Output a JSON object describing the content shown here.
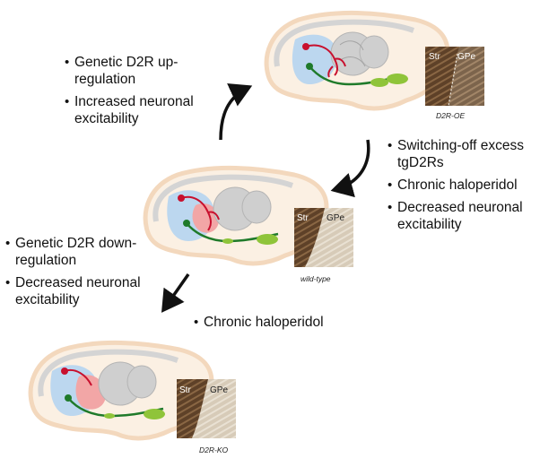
{
  "brains": [
    {
      "id": "d2r-oe",
      "micrograph": {
        "left_label": "Str",
        "right_label": "GPe",
        "caption": "D2R-OE"
      }
    },
    {
      "id": "wild-type",
      "micrograph": {
        "left_label": "Str",
        "right_label": "GPe",
        "caption": "wild-type"
      }
    },
    {
      "id": "d2r-ko",
      "micrograph": {
        "left_label": "Str",
        "right_label": "GPe",
        "caption": "D2R-KO"
      }
    }
  ],
  "annotations": {
    "up_transition": [
      "Genetic D2R up-regulation",
      "Increased neuronal excitability"
    ],
    "down_from_oe": [
      "Switching-off excess tgD2Rs",
      "Chronic haloperidol",
      "Decreased neuronal excitability"
    ],
    "down_from_wt": [
      "Genetic D2R down-regulation",
      "Decreased neuronal excitability"
    ],
    "haloperidol_to_ko": [
      "Chronic haloperidol"
    ]
  },
  "colors": {
    "brain_outline": "#f3d8bd",
    "brain_fill": "#fbf0e3",
    "cortex_band": "#d4d4d4",
    "striatum": "#bcd7ef",
    "red_neuron": "#c8102e",
    "green_neuron": "#1f7a2a",
    "leaf": "#8fc43a",
    "highlight": "#f2a6a6",
    "micrograph_str": "#6b4a2c",
    "micrograph_gpe": "#d9cdbb"
  }
}
